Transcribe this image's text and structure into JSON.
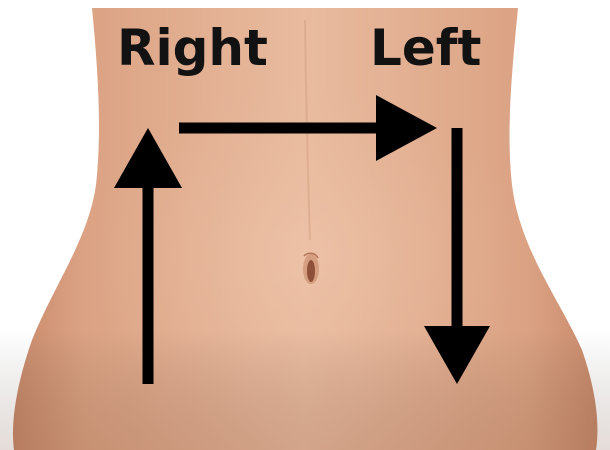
{
  "labels": {
    "right": "Right",
    "left": "Left"
  },
  "colors": {
    "background": "#ffffff",
    "skin_light": "#e8b99c",
    "skin_mid": "#d9a083",
    "skin_dark": "#c98c6e",
    "arrow": "#000000",
    "text": "#121212"
  },
  "arrows": [
    {
      "name": "up-arrow",
      "direction": "up"
    },
    {
      "name": "right-arrow",
      "direction": "right"
    },
    {
      "name": "down-arrow",
      "direction": "down"
    }
  ]
}
